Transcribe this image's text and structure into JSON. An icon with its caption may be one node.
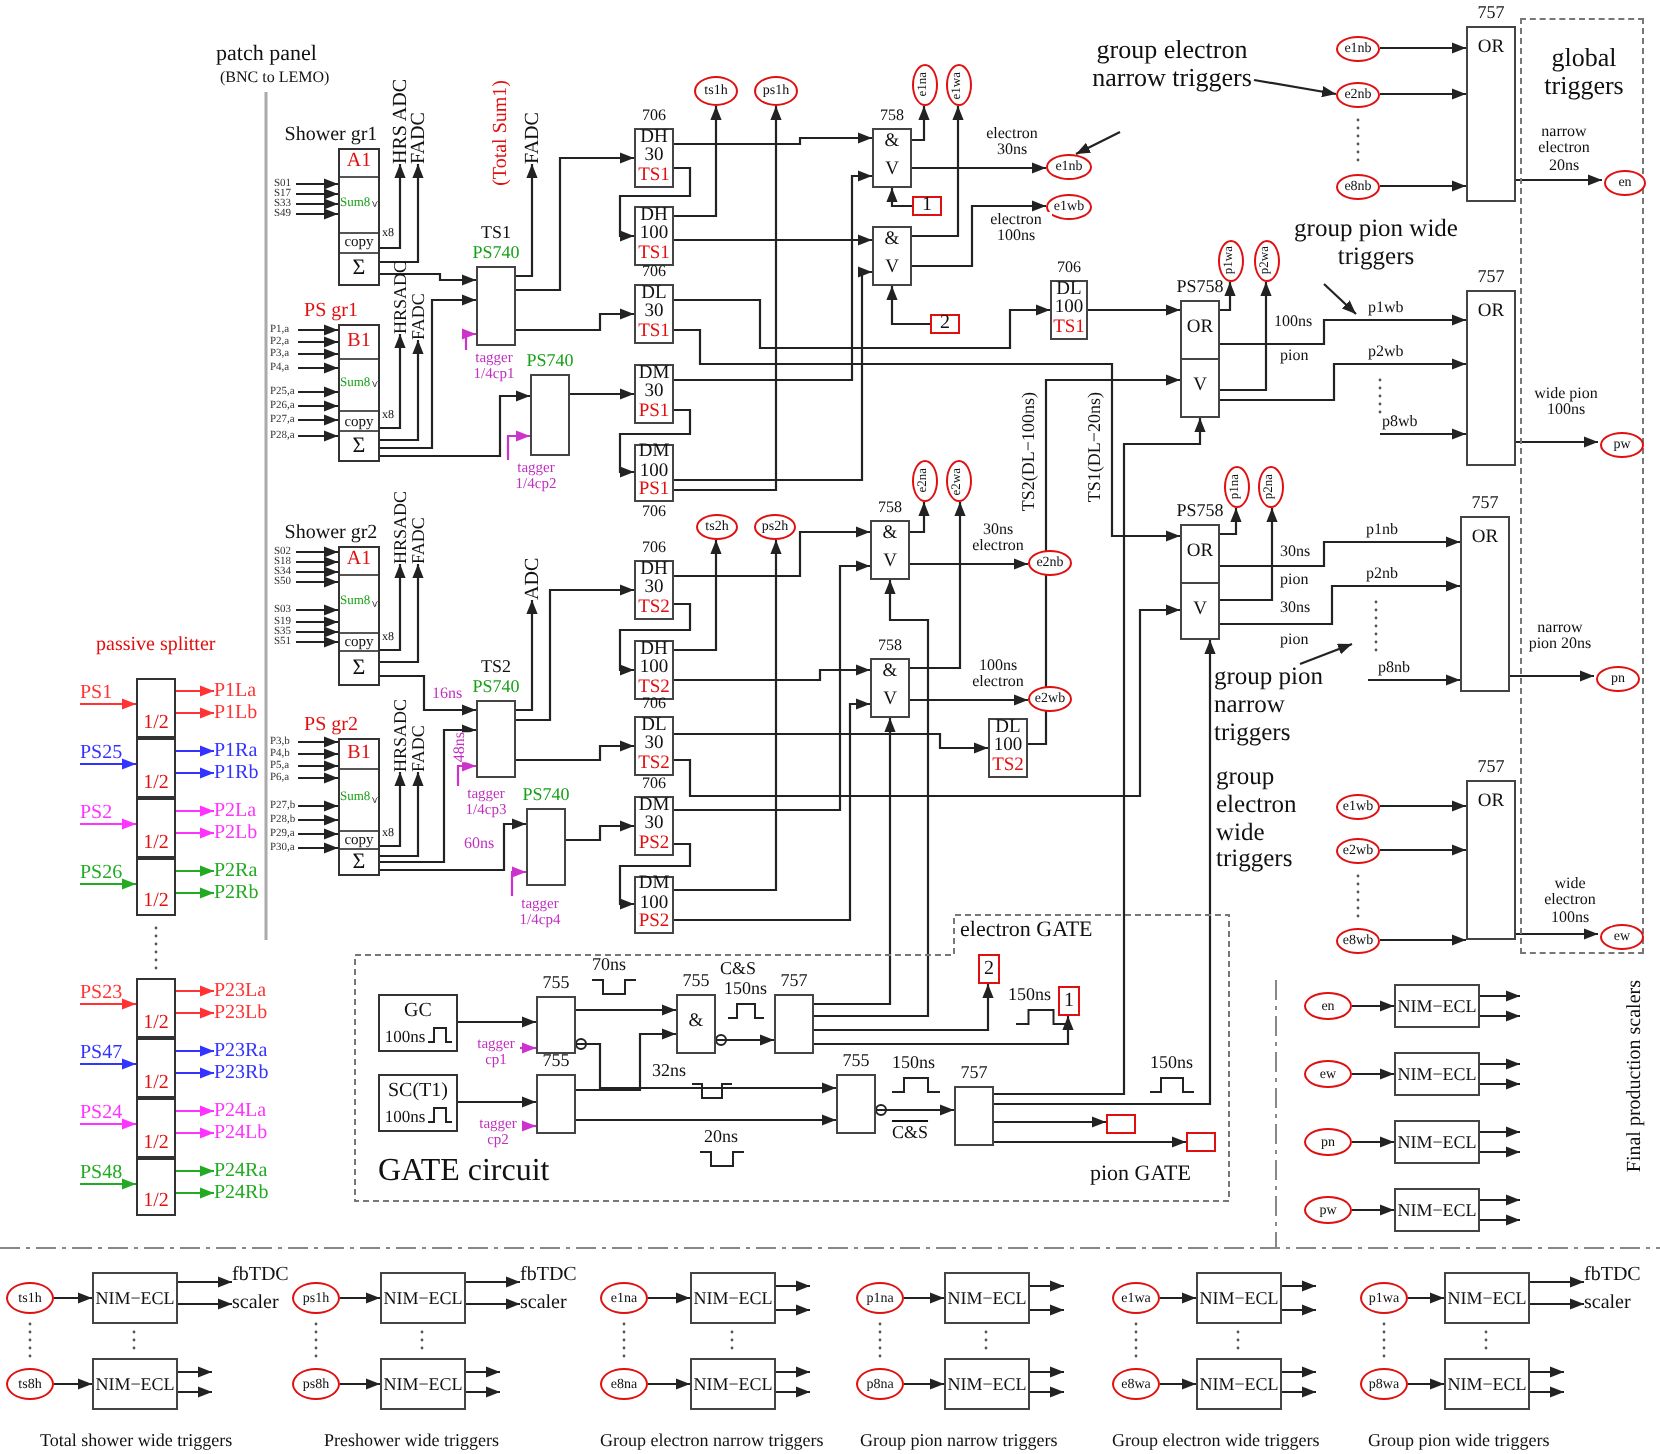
{
  "diagram": {
    "nodes": [
      {
        "text": [
          "A1",
          "Sum8",
          "copy",
          "Σ"
        ],
        "beside": [
          "Shower gr1"
        ]
      },
      {
        "text": [
          "S01"
        ]
      },
      {
        "text": [
          "S17"
        ]
      },
      {
        "text": [
          "S33"
        ]
      },
      {
        "text": [
          "S49"
        ]
      },
      {
        "text": [
          "HRS ADC"
        ]
      },
      {
        "text": [
          "FADC"
        ]
      },
      {
        "text": [
          "B1",
          "Sum8",
          "copy",
          "Σ"
        ],
        "beside": [
          "PS gr1"
        ]
      },
      {
        "text": [
          "P1,a"
        ]
      },
      {
        "text": [
          "P2,a"
        ]
      },
      {
        "text": [
          "P3,a"
        ]
      },
      {
        "text": [
          "P4,a"
        ]
      },
      {
        "text": [
          "P25,a"
        ]
      },
      {
        "text": [
          "P26,a"
        ]
      },
      {
        "text": [
          "P27,a"
        ]
      },
      {
        "text": [
          "P28,a"
        ]
      },
      {
        "text": [
          "HRSADC"
        ]
      },
      {
        "text": [
          "FADC"
        ]
      },
      {
        "text": [],
        "shape": "box",
        "beside": [
          "TS1",
          "PS740"
        ]
      },
      {
        "text": [
          "FADC"
        ]
      },
      {
        "text": [
          "tagger 1/4cp1"
        ]
      },
      {
        "text": [],
        "shape": "box",
        "beside": [
          "PS740"
        ]
      },
      {
        "text": [
          "tagger 1/4cp2"
        ]
      },
      {
        "text": [
          "DH",
          "30",
          "TS1"
        ],
        "beside": [
          "706"
        ]
      },
      {
        "text": [
          "DH",
          "100",
          "TS1"
        ]
      },
      {
        "text": [
          "DL",
          "30",
          "TS1"
        ],
        "beside": [
          "706"
        ]
      },
      {
        "text": [
          "DM",
          "30",
          "PS1"
        ]
      },
      {
        "text": [
          "DM",
          "100",
          "PS1"
        ],
        "beside": [
          "706"
        ]
      },
      {
        "text": [
          "ts1h"
        ]
      },
      {
        "text": [
          "ps1h"
        ]
      },
      {
        "text": [
          "&",
          "V"
        ],
        "beside": [
          "758"
        ]
      },
      {
        "text": [
          "&",
          "V"
        ]
      },
      {
        "text": [
          "e1na"
        ]
      },
      {
        "text": [
          "e1wa"
        ]
      },
      {
        "text": [
          "1"
        ]
      },
      {
        "text": [
          "2"
        ]
      },
      {
        "text": [
          "e1nb"
        ]
      },
      {
        "text": [
          "e1wb"
        ]
      },
      {
        "text": [
          "DL",
          "100",
          "TS1"
        ],
        "beside": [
          "706"
        ]
      },
      {
        "text": [
          "group electron narrow triggers"
        ]
      },
      {
        "text": [
          "global triggers"
        ]
      },
      {
        "text": [
          "e1nb"
        ]
      },
      {
        "text": [
          "e2nb"
        ]
      },
      {
        "text": [
          "e8nb"
        ]
      },
      {
        "text": [
          "OR"
        ],
        "beside": [
          "757"
        ]
      },
      {
        "text": [
          "en"
        ],
        "in": 40
      },
      {
        "text": [
          "OR",
          "V"
        ],
        "beside": [
          "PS758"
        ]
      },
      {
        "text": [
          "p1wa"
        ]
      },
      {
        "text": [
          "p2wa"
        ]
      },
      {
        "text": [
          "group pion wide triggers"
        ]
      },
      {
        "text": [
          "OR"
        ],
        "beside": [
          "757"
        ]
      },
      {
        "text": [
          "pw"
        ],
        "in": 40
      },
      {
        "text": [
          "OR",
          "V"
        ],
        "beside": [
          "PS758"
        ]
      },
      {
        "text": [
          "p1na"
        ]
      },
      {
        "text": [
          "p2na"
        ]
      },
      {
        "text": [
          "OR"
        ],
        "beside": [
          "757"
        ]
      },
      {
        "text": [
          "pn"
        ],
        "in": 40
      },
      {
        "text": [
          "group pion narrow triggers"
        ]
      },
      {
        "text": [
          "group electron wide triggers"
        ]
      },
      {
        "text": [
          "e1wb"
        ]
      },
      {
        "text": [
          "e2wb"
        ]
      },
      {
        "text": [
          "e8wb"
        ]
      },
      {
        "text": [
          "OR"
        ],
        "beside": [
          "757"
        ]
      },
      {
        "text": [
          "ew"
        ],
        "in": 40
      },
      {
        "text": [
          "A1",
          "Sum8",
          "copy",
          "Σ"
        ],
        "beside": [
          "Shower gr2"
        ]
      },
      {
        "text": [
          "S02"
        ]
      },
      {
        "text": [
          "S18"
        ]
      },
      {
        "text": [
          "S34"
        ]
      },
      {
        "text": [
          "S50"
        ]
      },
      {
        "text": [
          "S03"
        ]
      },
      {
        "text": [
          "S19"
        ]
      },
      {
        "text": [
          "S35"
        ]
      },
      {
        "text": [
          "S51"
        ]
      },
      {
        "text": [
          "HRSADC"
        ]
      },
      {
        "text": [
          "FADC"
        ]
      },
      {
        "text": [
          "B1",
          "Sum8",
          "copy",
          "Σ"
        ],
        "beside": [
          "PS gr2"
        ]
      },
      {
        "text": [
          "P3,b"
        ]
      },
      {
        "text": [
          "P4,b"
        ]
      },
      {
        "text": [
          "P5,a"
        ]
      },
      {
        "text": [
          "P6,a"
        ]
      },
      {
        "text": [
          "P27,b"
        ]
      },
      {
        "text": [
          "P28,b"
        ]
      },
      {
        "text": [
          "P29,a"
        ]
      },
      {
        "text": [
          "P30,a"
        ]
      },
      {
        "text": [
          "HRSADC"
        ]
      },
      {
        "text": [
          "FADC"
        ]
      },
      {
        "text": [],
        "shape": "box",
        "beside": [
          "TS2",
          "PS740"
        ]
      },
      {
        "text": [
          "ADC"
        ]
      },
      {
        "text": [
          "tagger 1/4cp3"
        ]
      },
      {
        "text": [],
        "shape": "box",
        "beside": [
          "PS740"
        ]
      },
      {
        "text": [
          "tagger 1/4cp4"
        ]
      },
      {
        "text": [
          "DH",
          "30",
          "TS2"
        ],
        "beside": [
          "706"
        ]
      },
      {
        "text": [
          "DH",
          "100",
          "TS2"
        ]
      },
      {
        "text": [
          "DL",
          "30",
          "TS2"
        ],
        "beside": [
          "706"
        ]
      },
      {
        "text": [
          "DM",
          "30",
          "PS2"
        ],
        "beside": [
          "706"
        ]
      },
      {
        "text": [
          "DM",
          "100",
          "PS2"
        ]
      },
      {
        "text": [
          "ts2h"
        ]
      },
      {
        "text": [
          "ps2h"
        ]
      },
      {
        "text": [
          "&",
          "V"
        ],
        "beside": [
          "758"
        ]
      },
      {
        "text": [
          "&",
          "V"
        ],
        "beside": [
          "758"
        ]
      },
      {
        "text": [
          "e2na"
        ]
      },
      {
        "text": [
          "e2wa"
        ]
      },
      {
        "text": [
          "e2nb"
        ]
      },
      {
        "text": [
          "e2wb"
        ]
      },
      {
        "text": [
          "DL",
          "100",
          "TS2"
        ]
      },
      {
        "text": [
          "GATE circuit"
        ]
      },
      {
        "text": [
          "GC",
          "100ns"
        ],
        "in": 105
      },
      {
        "text": [
          "SC(T1)",
          "100ns"
        ],
        "in": 105
      },
      {
        "text": [],
        "shape": "box",
        "beside": [
          "755"
        ],
        "in": 105
      },
      {
        "text": [],
        "shape": "box",
        "beside": [
          "755"
        ],
        "in": 105
      },
      {
        "text": [
          "tagger cp1"
        ],
        "in": 105
      },
      {
        "text": [
          "tagger cp2"
        ],
        "in": 105
      },
      {
        "text": [
          "&"
        ],
        "beside": [
          "755"
        ],
        "in": 105
      },
      {
        "text": [],
        "shape": "box",
        "beside": [
          "757"
        ],
        "in": 105
      },
      {
        "text": [
          "2"
        ],
        "in": 105
      },
      {
        "text": [
          "1"
        ],
        "in": 105
      },
      {
        "text": [],
        "shape": "box",
        "beside": [
          "755"
        ],
        "in": 105
      },
      {
        "text": [],
        "shape": "box",
        "beside": [
          "757"
        ],
        "in": 105
      },
      {
        "text": [],
        "shape": "box",
        "in": 105
      },
      {
        "text": [],
        "shape": "box",
        "in": 105
      },
      {
        "text": [
          "1/2"
        ]
      },
      {
        "text": [
          "1/2"
        ]
      },
      {
        "text": [
          "1/2"
        ]
      },
      {
        "text": [
          "1/2"
        ]
      },
      {
        "text": [
          "1/2"
        ]
      },
      {
        "text": [
          "1/2"
        ]
      },
      {
        "text": [
          "1/2"
        ]
      },
      {
        "text": [
          "1/2"
        ]
      },
      {
        "text": [
          "PS1"
        ]
      },
      {
        "text": [
          "P1La"
        ]
      },
      {
        "text": [
          "P1Lb"
        ]
      },
      {
        "text": [
          "PS25"
        ]
      },
      {
        "text": [
          "P1Ra"
        ]
      },
      {
        "text": [
          "P1Rb"
        ]
      },
      {
        "text": [
          "PS2"
        ]
      },
      {
        "text": [
          "P2La"
        ]
      },
      {
        "text": [
          "P2Lb"
        ]
      },
      {
        "text": [
          "PS26"
        ]
      },
      {
        "text": [
          "P2Ra"
        ]
      },
      {
        "text": [
          "P2Rb"
        ]
      },
      {
        "text": [
          "PS23"
        ]
      },
      {
        "text": [
          "P23La"
        ]
      },
      {
        "text": [
          "P23Lb"
        ]
      },
      {
        "text": [
          "PS47"
        ]
      },
      {
        "text": [
          "P23Ra"
        ]
      },
      {
        "text": [
          "P23Rb"
        ]
      },
      {
        "text": [
          "PS24"
        ]
      },
      {
        "text": [
          "P24La"
        ]
      },
      {
        "text": [
          "P24Lb"
        ]
      },
      {
        "text": [
          "PS48"
        ]
      },
      {
        "text": [
          "P24Ra"
        ]
      },
      {
        "text": [
          "P24Rb"
        ]
      },
      {
        "text": [
          "en"
        ]
      },
      {
        "text": [
          "NIM−ECL"
        ]
      },
      {
        "text": [
          "ew"
        ]
      },
      {
        "text": [
          "NIM−ECL"
        ]
      },
      {
        "text": [
          "pn"
        ]
      },
      {
        "text": [
          "NIM−ECL"
        ]
      },
      {
        "text": [
          "pw"
        ]
      },
      {
        "text": [
          "NIM−ECL"
        ]
      },
      {
        "text": [
          "ts1h"
        ]
      },
      {
        "text": [
          "NIM−ECL"
        ]
      },
      {
        "text": [
          "ts8h"
        ]
      },
      {
        "text": [
          "NIM−ECL"
        ]
      },
      {
        "text": [
          "ps1h"
        ]
      },
      {
        "text": [
          "NIM−ECL"
        ]
      },
      {
        "text": [
          "ps8h"
        ]
      },
      {
        "text": [
          "NIM−ECL"
        ]
      },
      {
        "text": [
          "e1na"
        ]
      },
      {
        "text": [
          "NIM−ECL"
        ]
      },
      {
        "text": [
          "e8na"
        ]
      },
      {
        "text": [
          "NIM−ECL"
        ]
      },
      {
        "text": [
          "p1na"
        ]
      },
      {
        "text": [
          "NIM−ECL"
        ]
      },
      {
        "text": [
          "p8na"
        ]
      },
      {
        "text": [
          "NIM−ECL"
        ]
      },
      {
        "text": [
          "e1wa"
        ]
      },
      {
        "text": [
          "NIM−ECL"
        ]
      },
      {
        "text": [
          "e8wa"
        ]
      },
      {
        "text": [
          "NIM−ECL"
        ]
      },
      {
        "text": [
          "p1wa"
        ]
      },
      {
        "text": [
          "NIM−ECL"
        ]
      },
      {
        "text": [
          "p8wa"
        ]
      },
      {
        "text": [
          "NIM−ECL"
        ]
      },
      {
        "text": [
          "fbTDC"
        ]
      },
      {
        "text": [
          "scaler"
        ]
      },
      {
        "text": [
          "fbTDC"
        ]
      },
      {
        "text": [
          "scaler"
        ]
      },
      {
        "text": [
          "fbTDC"
        ]
      },
      {
        "text": [
          "scaler"
        ]
      }
    ],
    "edges": [
      {
        "from": 1,
        "to": 0,
        "arrow": "to"
      },
      {
        "from": 2,
        "to": 0,
        "arrow": "to"
      },
      {
        "from": 3,
        "to": 0,
        "arrow": "to"
      },
      {
        "from": 4,
        "to": 0,
        "arrow": "to"
      },
      {
        "from": 0,
        "to": 5,
        "arrow": "to"
      },
      {
        "from": 0,
        "to": 6,
        "arrow": "to"
      },
      {
        "from": 8,
        "to": 7,
        "arrow": "to"
      },
      {
        "from": 9,
        "to": 7,
        "arrow": "to"
      },
      {
        "from": 10,
        "to": 7,
        "arrow": "to"
      },
      {
        "from": 11,
        "to": 7,
        "arrow": "to"
      },
      {
        "from": 12,
        "to": 7,
        "arrow": "to"
      },
      {
        "from": 13,
        "to": 7,
        "arrow": "to"
      },
      {
        "from": 14,
        "to": 7,
        "arrow": "to"
      },
      {
        "from": 15,
        "to": 7,
        "arrow": "to"
      },
      {
        "from": 7,
        "to": 16,
        "arrow": "to"
      },
      {
        "from": 7,
        "to": 17,
        "arrow": "to"
      },
      {
        "from": 0,
        "to": 18,
        "arrow": "to"
      },
      {
        "from": 7,
        "to": 18,
        "arrow": "to"
      },
      {
        "from": 7,
        "to": 21,
        "arrow": "to"
      },
      {
        "from": 18,
        "to": 19,
        "arrow": "to"
      },
      {
        "from": 20,
        "to": 18,
        "arrow": "to",
        "color": "#cc33cc"
      },
      {
        "from": 22,
        "to": 21,
        "arrow": "to",
        "color": "#cc33cc"
      },
      {
        "from": 18,
        "to": 23,
        "arrow": "to"
      },
      {
        "from": 23,
        "to": 24,
        "arrow": "to"
      },
      {
        "from": 18,
        "to": 25,
        "arrow": "to"
      },
      {
        "from": 21,
        "to": 26,
        "arrow": "to"
      },
      {
        "from": 26,
        "to": 27,
        "arrow": "to"
      },
      {
        "from": 24,
        "to": 28,
        "arrow": "to"
      },
      {
        "from": 27,
        "to": 29,
        "arrow": "to"
      },
      {
        "from": 23,
        "to": 30,
        "arrow": "to"
      },
      {
        "from": 26,
        "to": 30,
        "arrow": "to"
      },
      {
        "from": 24,
        "to": 31,
        "arrow": "to"
      },
      {
        "from": 27,
        "to": 31,
        "arrow": "to"
      },
      {
        "from": 30,
        "to": 32,
        "arrow": "to"
      },
      {
        "from": 31,
        "to": 33,
        "arrow": "to"
      },
      {
        "from": 34,
        "to": 30,
        "arrow": "to"
      },
      {
        "from": 35,
        "to": 31,
        "arrow": "to"
      },
      {
        "from": 30,
        "to": 36,
        "arrow": "to",
        "label": "electron 30ns"
      },
      {
        "from": 31,
        "to": 37,
        "arrow": "to",
        "label": "electron 100ns"
      },
      {
        "from": 25,
        "to": 38,
        "arrow": "to"
      },
      {
        "from": 38,
        "to": 46,
        "arrow": "to"
      },
      {
        "from": 25,
        "to": 52,
        "arrow": "to"
      },
      {
        "from": 39,
        "to": 36,
        "arrow": "to"
      },
      {
        "from": 39,
        "to": 42,
        "arrow": "to"
      },
      {
        "from": 41,
        "to": 44,
        "arrow": "to"
      },
      {
        "from": 42,
        "to": 44,
        "arrow": "to"
      },
      {
        "from": 43,
        "to": 44,
        "arrow": "to"
      },
      {
        "from": 44,
        "to": 45,
        "arrow": "to",
        "label": "narrow electron 20ns"
      },
      {
        "from": 46,
        "to": 47,
        "arrow": "to"
      },
      {
        "from": 46,
        "to": 48,
        "arrow": "to"
      },
      {
        "from": 46,
        "to": 50,
        "arrow": "to",
        "label": "p1wb"
      },
      {
        "from": 46,
        "to": 50,
        "arrow": "to",
        "label": "p2wb"
      },
      {
        "from": null,
        "to": 50,
        "arrow": "to",
        "label": "p8wb"
      },
      {
        "from": 49,
        "to": null,
        "arrow": "to"
      },
      {
        "from": 50,
        "to": 51,
        "arrow": "to",
        "label": "wide pion 100ns"
      },
      {
        "from": 52,
        "to": 53,
        "arrow": "to"
      },
      {
        "from": 52,
        "to": 54,
        "arrow": "to"
      },
      {
        "from": 52,
        "to": 55,
        "arrow": "to",
        "label": "p1nb"
      },
      {
        "from": 52,
        "to": 55,
        "arrow": "to",
        "label": "p2nb"
      },
      {
        "from": null,
        "to": 55,
        "arrow": "to",
        "label": "p8nb"
      },
      {
        "from": 57,
        "to": null,
        "arrow": "to"
      },
      {
        "from": 55,
        "to": 56,
        "arrow": "to",
        "label": "narrow pion 20ns"
      },
      {
        "from": 59,
        "to": 62,
        "arrow": "to"
      },
      {
        "from": 60,
        "to": 62,
        "arrow": "to"
      },
      {
        "from": 61,
        "to": 62,
        "arrow": "to"
      },
      {
        "from": 62,
        "to": 63,
        "arrow": "to",
        "label": "wide electron 100ns"
      },
      {
        "from": 65,
        "to": 64,
        "arrow": "to"
      },
      {
        "from": 66,
        "to": 64,
        "arrow": "to"
      },
      {
        "from": 67,
        "to": 64,
        "arrow": "to"
      },
      {
        "from": 68,
        "to": 64,
        "arrow": "to"
      },
      {
        "from": 69,
        "to": 64,
        "arrow": "to"
      },
      {
        "from": 70,
        "to": 64,
        "arrow": "to"
      },
      {
        "from": 71,
        "to": 64,
        "arrow": "to"
      },
      {
        "from": 72,
        "to": 64,
        "arrow": "to"
      },
      {
        "from": 64,
        "to": 73,
        "arrow": "to"
      },
      {
        "from": 64,
        "to": 74,
        "arrow": "to"
      },
      {
        "from": 76,
        "to": 75,
        "arrow": "to"
      },
      {
        "from": 77,
        "to": 75,
        "arrow": "to"
      },
      {
        "from": 78,
        "to": 75,
        "arrow": "to"
      },
      {
        "from": 79,
        "to": 75,
        "arrow": "to"
      },
      {
        "from": 80,
        "to": 75,
        "arrow": "to"
      },
      {
        "from": 81,
        "to": 75,
        "arrow": "to"
      },
      {
        "from": 82,
        "to": 75,
        "arrow": "to"
      },
      {
        "from": 83,
        "to": 75,
        "arrow": "to"
      },
      {
        "from": 75,
        "to": 84,
        "arrow": "to"
      },
      {
        "from": 75,
        "to": 85,
        "arrow": "to"
      },
      {
        "from": 64,
        "to": 86,
        "arrow": "to",
        "label": "16ns"
      },
      {
        "from": 75,
        "to": 86,
        "arrow": "to",
        "label": "48ns"
      },
      {
        "from": 75,
        "to": 89,
        "arrow": "to",
        "label": "60ns"
      },
      {
        "from": 86,
        "to": 87,
        "arrow": "to"
      },
      {
        "from": 88,
        "to": 86,
        "arrow": "to",
        "color": "#cc33cc"
      },
      {
        "from": 90,
        "to": 89,
        "arrow": "to",
        "color": "#cc33cc"
      },
      {
        "from": 86,
        "to": 91,
        "arrow": "to"
      },
      {
        "from": 91,
        "to": 92,
        "arrow": "to"
      },
      {
        "from": 86,
        "to": 93,
        "arrow": "to"
      },
      {
        "from": 89,
        "to": 94,
        "arrow": "to"
      },
      {
        "from": 94,
        "to": 95,
        "arrow": "to"
      },
      {
        "from": 92,
        "to": 96,
        "arrow": "to"
      },
      {
        "from": 95,
        "to": 97,
        "arrow": "to"
      },
      {
        "from": 91,
        "to": 98,
        "arrow": "to"
      },
      {
        "from": 94,
        "to": 98,
        "arrow": "to"
      },
      {
        "from": 92,
        "to": 99,
        "arrow": "to"
      },
      {
        "from": 95,
        "to": 99,
        "arrow": "to"
      },
      {
        "from": 98,
        "to": 100,
        "arrow": "to"
      },
      {
        "from": 99,
        "to": 101,
        "arrow": "to"
      },
      {
        "from": 98,
        "to": 102,
        "arrow": "to",
        "label": "30ns electron"
      },
      {
        "from": 99,
        "to": 103,
        "arrow": "to",
        "label": "100ns electron"
      },
      {
        "from": 93,
        "to": 104,
        "arrow": "to"
      },
      {
        "from": 104,
        "to": 46,
        "arrow": "to"
      },
      {
        "from": 93,
        "to": 52,
        "arrow": "to"
      },
      {
        "from": 106,
        "to": 108,
        "arrow": "to"
      },
      {
        "from": 107,
        "to": 109,
        "arrow": "to"
      },
      {
        "from": 110,
        "to": 108,
        "arrow": "to",
        "color": "#cc33cc"
      },
      {
        "from": 111,
        "to": 109,
        "arrow": "to",
        "color": "#cc33cc"
      },
      {
        "from": 108,
        "to": 112,
        "arrow": "to"
      },
      {
        "from": 109,
        "to": 112,
        "arrow": "to"
      },
      {
        "from": 108,
        "to": 116,
        "arrow": "to"
      },
      {
        "from": 109,
        "to": 116,
        "arrow": "to"
      },
      {
        "from": 112,
        "to": 113,
        "arrow": "to"
      },
      {
        "from": 113,
        "to": 98,
        "arrow": "to"
      },
      {
        "from": 113,
        "to": 99,
        "arrow": "to"
      },
      {
        "from": 113,
        "to": 114,
        "arrow": "to"
      },
      {
        "from": 113,
        "to": 115,
        "arrow": "to"
      },
      {
        "from": 116,
        "to": 117,
        "arrow": "to"
      },
      {
        "from": 117,
        "to": 46,
        "arrow": "to"
      },
      {
        "from": 117,
        "to": 52,
        "arrow": "to"
      },
      {
        "from": 117,
        "to": 118,
        "arrow": "to"
      },
      {
        "from": 117,
        "to": 119,
        "arrow": "to"
      },
      {
        "from": 128,
        "to": 120,
        "arrow": "to",
        "color": "#ff3333"
      },
      {
        "from": 120,
        "to": 129,
        "arrow": "to",
        "color": "#ff3333"
      },
      {
        "from": 120,
        "to": 130,
        "arrow": "to",
        "color": "#ff3333"
      },
      {
        "from": 131,
        "to": 121,
        "arrow": "to",
        "color": "#3333ff"
      },
      {
        "from": 121,
        "to": 132,
        "arrow": "to",
        "color": "#3333ff"
      },
      {
        "from": 121,
        "to": 133,
        "arrow": "to",
        "color": "#3333ff"
      },
      {
        "from": 134,
        "to": 122,
        "arrow": "to",
        "color": "#ff33ff"
      },
      {
        "from": 122,
        "to": 135,
        "arrow": "to",
        "color": "#ff33ff"
      },
      {
        "from": 122,
        "to": 136,
        "arrow": "to",
        "color": "#ff33ff"
      },
      {
        "from": 137,
        "to": 123,
        "arrow": "to",
        "color": "#22aa22"
      },
      {
        "from": 123,
        "to": 138,
        "arrow": "to",
        "color": "#22aa22"
      },
      {
        "from": 123,
        "to": 139,
        "arrow": "to",
        "color": "#22aa22"
      },
      {
        "from": 140,
        "to": 124,
        "arrow": "to",
        "color": "#ff3333"
      },
      {
        "from": 124,
        "to": 141,
        "arrow": "to",
        "color": "#ff3333"
      },
      {
        "from": 124,
        "to": 142,
        "arrow": "to",
        "color": "#ff3333"
      },
      {
        "from": 143,
        "to": 125,
        "arrow": "to",
        "color": "#3333ff"
      },
      {
        "from": 125,
        "to": 144,
        "arrow": "to",
        "color": "#3333ff"
      },
      {
        "from": 125,
        "to": 145,
        "arrow": "to",
        "color": "#3333ff"
      },
      {
        "from": 146,
        "to": 126,
        "arrow": "to",
        "color": "#ff33ff"
      },
      {
        "from": 126,
        "to": 147,
        "arrow": "to",
        "color": "#ff33ff"
      },
      {
        "from": 126,
        "to": 148,
        "arrow": "to",
        "color": "#ff33ff"
      },
      {
        "from": 149,
        "to": 127,
        "arrow": "to",
        "color": "#22aa22"
      },
      {
        "from": 127,
        "to": 150,
        "arrow": "to",
        "color": "#22aa22"
      },
      {
        "from": 127,
        "to": 151,
        "arrow": "to",
        "color": "#22aa22"
      },
      {
        "from": 152,
        "to": 153,
        "arrow": "to"
      },
      {
        "from": 153,
        "to": null,
        "arrow": "to"
      },
      {
        "from": 153,
        "to": null,
        "arrow": "to"
      },
      {
        "from": 154,
        "to": 155,
        "arrow": "to"
      },
      {
        "from": 155,
        "to": null,
        "arrow": "to"
      },
      {
        "from": 155,
        "to": null,
        "arrow": "to"
      },
      {
        "from": 156,
        "to": 157,
        "arrow": "to"
      },
      {
        "from": 157,
        "to": null,
        "arrow": "to"
      },
      {
        "from": 157,
        "to": null,
        "arrow": "to"
      },
      {
        "from": 158,
        "to": 159,
        "arrow": "to"
      },
      {
        "from": 159,
        "to": null,
        "arrow": "to"
      },
      {
        "from": 159,
        "to": null,
        "arrow": "to"
      },
      {
        "from": 160,
        "to": 161,
        "arrow": "to"
      },
      {
        "from": 162,
        "to": 163,
        "arrow": "to"
      },
      {
        "from": 161,
        "to": 184,
        "arrow": "to"
      },
      {
        "from": 161,
        "to": 185,
        "arrow": "to"
      },
      {
        "from": 163,
        "to": null,
        "arrow": "to"
      },
      {
        "from": 163,
        "to": null,
        "arrow": "to"
      },
      {
        "from": 164,
        "to": 165,
        "arrow": "to"
      },
      {
        "from": 166,
        "to": 167,
        "arrow": "to"
      },
      {
        "from": 165,
        "to": 186,
        "arrow": "to"
      },
      {
        "from": 165,
        "to": 187,
        "arrow": "to"
      },
      {
        "from": 167,
        "to": null,
        "arrow": "to"
      },
      {
        "from": 167,
        "to": null,
        "arrow": "to"
      },
      {
        "from": 168,
        "to": 169,
        "arrow": "to"
      },
      {
        "from": 170,
        "to": 171,
        "arrow": "to"
      },
      {
        "from": 169,
        "to": null,
        "arrow": "to"
      },
      {
        "from": 169,
        "to": null,
        "arrow": "to"
      },
      {
        "from": 171,
        "to": null,
        "arrow": "to"
      },
      {
        "from": 171,
        "to": null,
        "arrow": "to"
      },
      {
        "from": 172,
        "to": 173,
        "arrow": "to"
      },
      {
        "from": 174,
        "to": 175,
        "arrow": "to"
      },
      {
        "from": 173,
        "to": null,
        "arrow": "to"
      },
      {
        "from": 173,
        "to": null,
        "arrow": "to"
      },
      {
        "from": 175,
        "to": null,
        "arrow": "to"
      },
      {
        "from": 175,
        "to": null,
        "arrow": "to"
      },
      {
        "from": 176,
        "to": 177,
        "arrow": "to"
      },
      {
        "from": 178,
        "to": 179,
        "arrow": "to"
      },
      {
        "from": 177,
        "to": null,
        "arrow": "to"
      },
      {
        "from": 177,
        "to": null,
        "arrow": "to"
      },
      {
        "from": 179,
        "to": null,
        "arrow": "to"
      },
      {
        "from": 179,
        "to": null,
        "arrow": "to"
      },
      {
        "from": 180,
        "to": 181,
        "arrow": "to"
      },
      {
        "from": 182,
        "to": 183,
        "arrow": "to"
      },
      {
        "from": 181,
        "to": 188,
        "arrow": "to"
      },
      {
        "from": 181,
        "to": 189,
        "arrow": "to"
      },
      {
        "from": 183,
        "to": null,
        "arrow": "to"
      },
      {
        "from": 183,
        "to": null,
        "arrow": "to"
      }
    ],
    "labels": [
      "patch panel",
      "(BNC to LEMO)",
      "x8",
      "(Total Sum1)",
      "x8",
      "TS2(DL−100ns)",
      "TS1(DL−20ns)",
      "100ns",
      "pion",
      "30ns",
      "pion",
      "30ns",
      "pion",
      "x8",
      "x8",
      "passive splitter",
      "electron GATE",
      "70ns",
      "C&S",
      "150ns",
      "150ns",
      "32ns",
      "20ns",
      "150ns",
      "C&S",
      "150ns",
      "pion GATE",
      "Final production scalers",
      "Total shower wide triggers",
      "Preshower wide triggers",
      "Group electron narrow triggers",
      "Group pion narrow triggers",
      "Group electron wide triggers",
      "Group pion wide triggers"
    ]
  }
}
